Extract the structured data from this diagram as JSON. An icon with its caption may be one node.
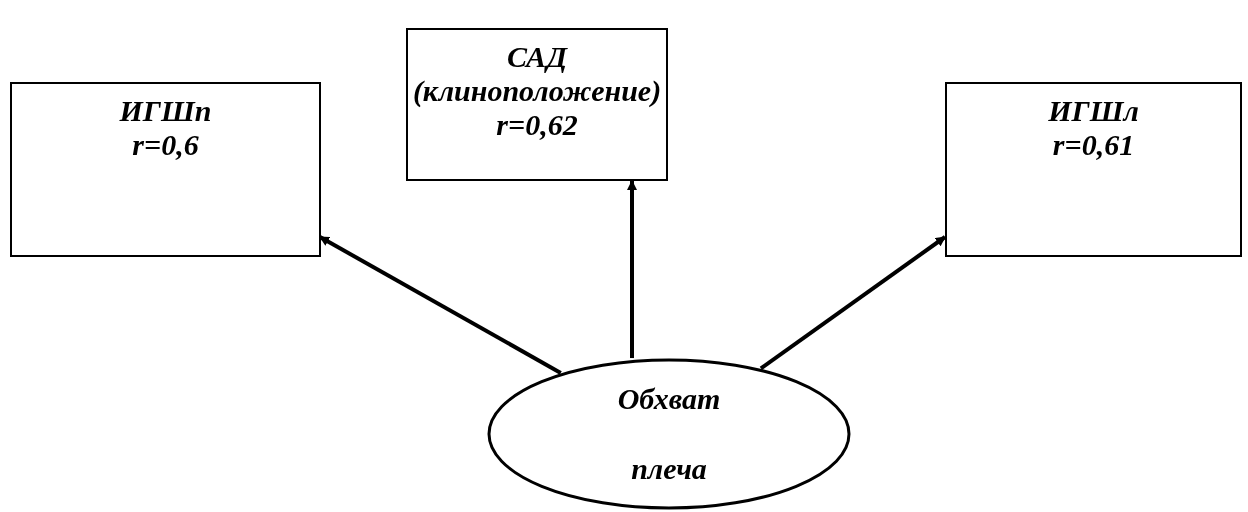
{
  "diagram": {
    "nodes": [
      {
        "text": [
          "ИГШп",
          "r=0,6"
        ]
      },
      {
        "text": [
          "САД (клиноположение)",
          "r=0,62"
        ]
      },
      {
        "text": [
          "ИГШл",
          "r=0,61"
        ]
      },
      {
        "text": [
          "Обхват плеча"
        ]
      }
    ],
    "edges": [
      {
        "from": 3,
        "to": 0,
        "arrow": "to"
      },
      {
        "from": 3,
        "to": 1,
        "arrow": "to"
      },
      {
        "from": 3,
        "to": 2,
        "arrow": "to"
      }
    ]
  }
}
